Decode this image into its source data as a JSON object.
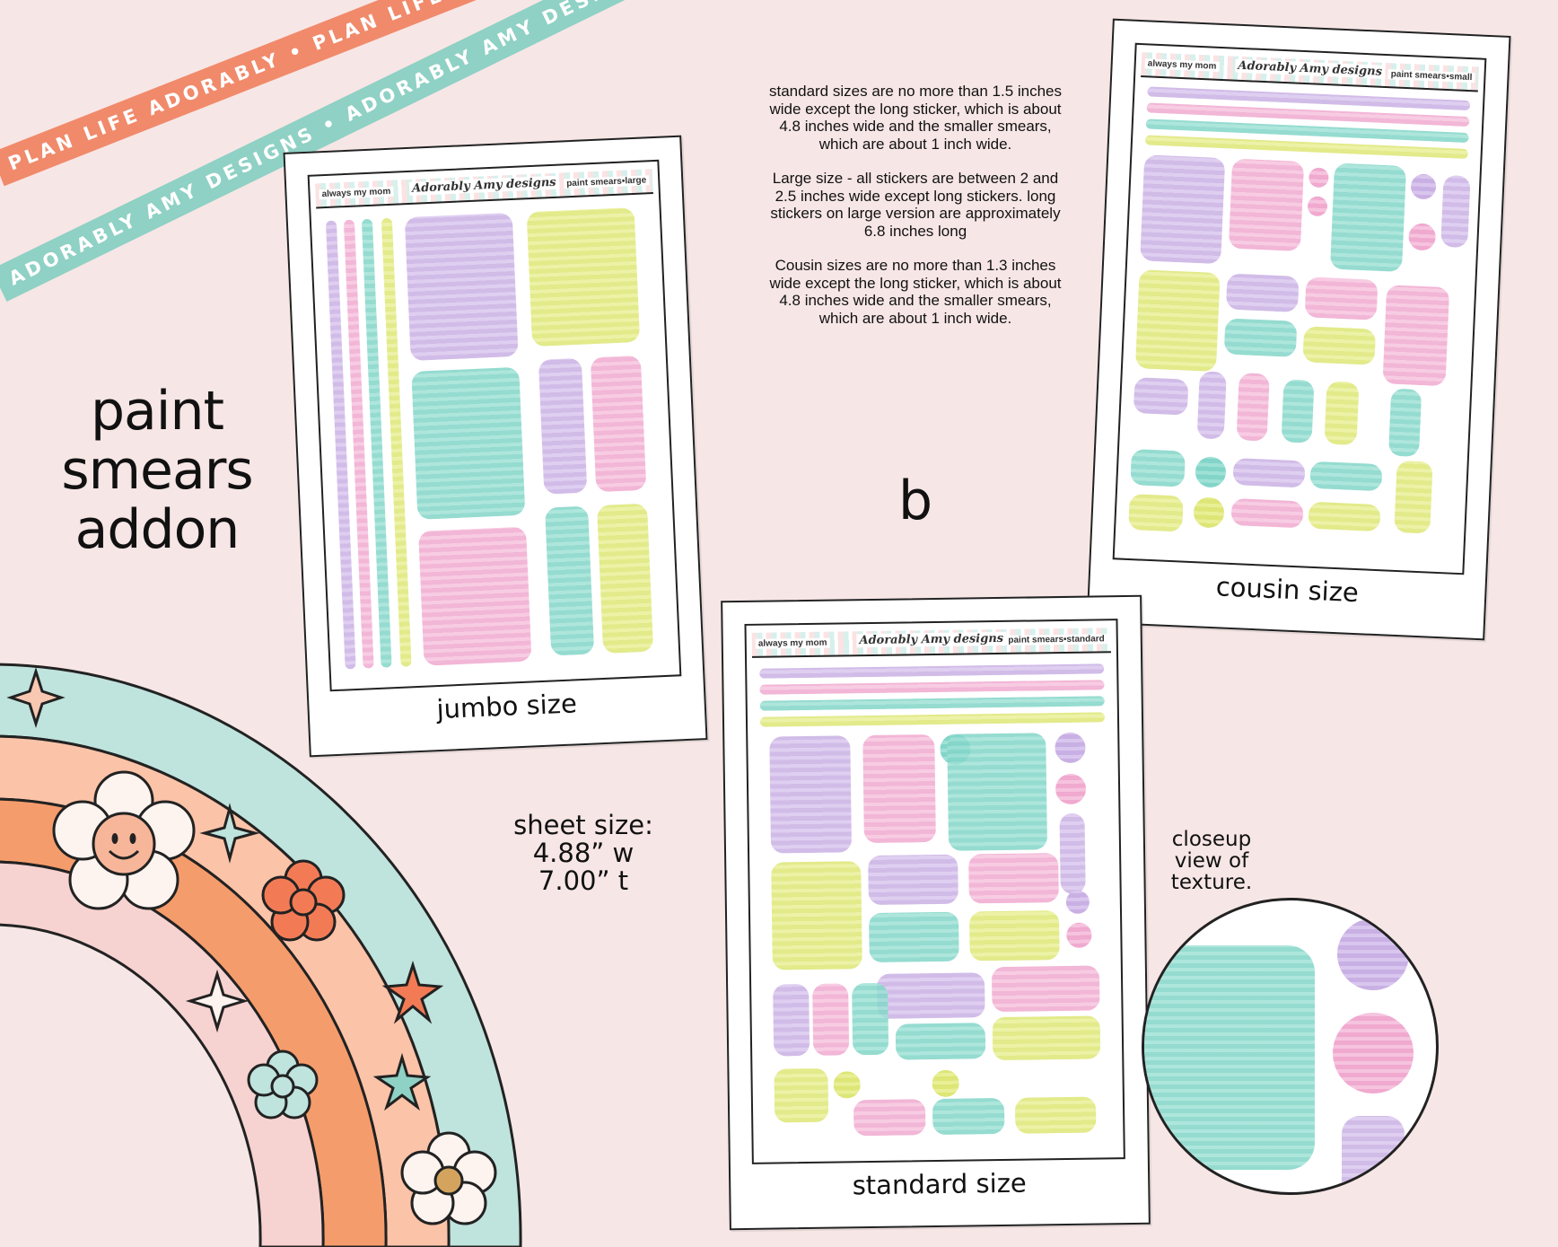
{
  "ribbons": {
    "orange": "PLAN LIFE ADORABLY • PLAN LIFE ADORABLY • PLAN LIFE ADORABLY",
    "teal": "ADORABLY AMY DESIGNS • ADORABLY AMY DESIGNS • ADORABLY AMY DESIGNS"
  },
  "title": [
    "paint",
    "smears",
    "addon"
  ],
  "sheet_header": {
    "left": "always my mom",
    "brand": "Adorably Amy designs",
    "large": "paint smears•large",
    "small": "paint smears•small",
    "standard": "paint smears•standard"
  },
  "cards": {
    "jumbo": "jumbo size",
    "cousin": "cousin size",
    "standard": "standard size"
  },
  "info": {
    "p1": "standard sizes are no more than 1.5 inches wide except the long sticker, which is about 4.8 inches wide and the smaller smears, which are about 1 inch wide.",
    "p2": "Large size - all stickers are between 2 and 2.5 inches wide except long stickers. long stickers on large version are approximately 6.8 inches long",
    "p3": "Cousin sizes are no more than 1.3 inches wide except the long sticker, which is about 4.8 inches wide and the smaller smears, which are about 1 inch wide."
  },
  "letter": "b",
  "sheet_size": [
    "sheet size:",
    "4.88” w",
    "7.00” t"
  ],
  "closeup_label": [
    "closeup",
    "view of",
    "texture."
  ],
  "colors": {
    "background": "#f7e6e6",
    "lavender": "#c9b0e4",
    "pink": "#f0a9cf",
    "teal": "#82d5c8",
    "yellow": "#dde676",
    "ribbon_orange": "#f08a6b",
    "ribbon_teal": "#8fd1c4"
  },
  "icons": [
    "flower-icon",
    "smiley-flower-icon",
    "sparkle-icon",
    "star-icon"
  ]
}
